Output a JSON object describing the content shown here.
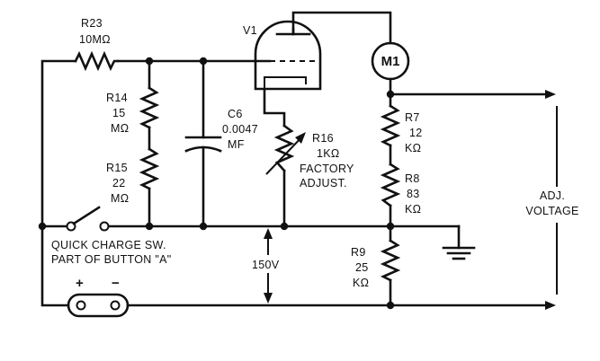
{
  "components": {
    "r23": {
      "name": "R23",
      "value": "10MΩ"
    },
    "r14": {
      "name": "R14",
      "value": "15",
      "unit": "MΩ"
    },
    "r15": {
      "name": "R15",
      "value": "22",
      "unit": "MΩ"
    },
    "c6": {
      "name": "C6",
      "value": "0.0047",
      "unit": "MF"
    },
    "v1": {
      "name": "V1"
    },
    "r16": {
      "name": "R16",
      "value": "1KΩ",
      "note_line1": "FACTORY",
      "note_line2": "ADJUST."
    },
    "m1": {
      "name": "M1"
    },
    "r7": {
      "name": "R7",
      "value": "12",
      "unit": "KΩ"
    },
    "r8": {
      "name": "R8",
      "value": "83",
      "unit": "KΩ"
    },
    "r9": {
      "name": "R9",
      "value": "25",
      "unit": "KΩ"
    }
  },
  "labels": {
    "switch_line1": "QUICK CHARGE SW.",
    "switch_line2": "PART OF BUTTON \"A\"",
    "supply_voltage": "150V",
    "plus": "+",
    "minus": "−",
    "adj_line1": "ADJ.",
    "adj_line2": "VOLTAGE"
  }
}
